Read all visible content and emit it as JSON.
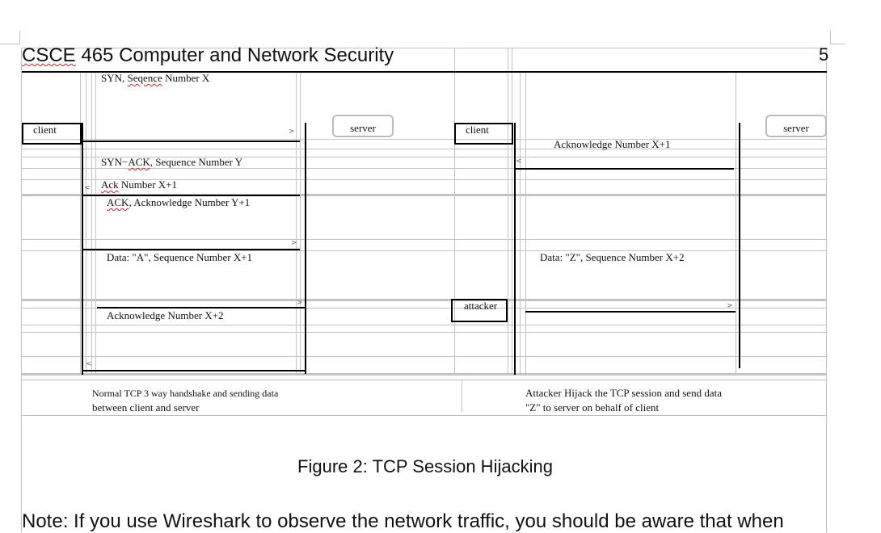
{
  "header": {
    "title_underlined": "CSCE",
    "title_rest": " 465 Computer and Network Security",
    "page_number": "5"
  },
  "left_diagram": {
    "client": "client",
    "server": "server",
    "msg1_pre": "SYN, ",
    "msg1_sq": "Seqence",
    "msg1_post": " Number X",
    "msg2_pre": "SYN−",
    "msg2_sq": "ACK",
    "msg2_post": ", Sequence Number Y",
    "msg3_sq": "Ack",
    "msg3_post": " Number X+1",
    "msg4_sq": "ACK",
    "msg4_post": ", Acknowledge Number Y+1",
    "msg5": "Data: \"A\", Sequence Number X+1",
    "msg6": "Acknowledge Number X+2",
    "caption_line1": "Normal TCP 3 way handshake and sending data",
    "caption_line2": "between client and server"
  },
  "right_diagram": {
    "client": "client",
    "server": "server",
    "attacker": "attacker",
    "msg1": "Acknowledge Number X+1",
    "msg2": "Data: \"Z\", Sequence Number X+2",
    "caption_line1": "Attacker Hijack the TCP session and send data",
    "caption_line2": "\"Z\" to server on behalf of client"
  },
  "figure_caption": "Figure 2: TCP Session Hijacking",
  "body_text": "Note: If you use Wireshark to observe the network traffic, you should be aware that when"
}
